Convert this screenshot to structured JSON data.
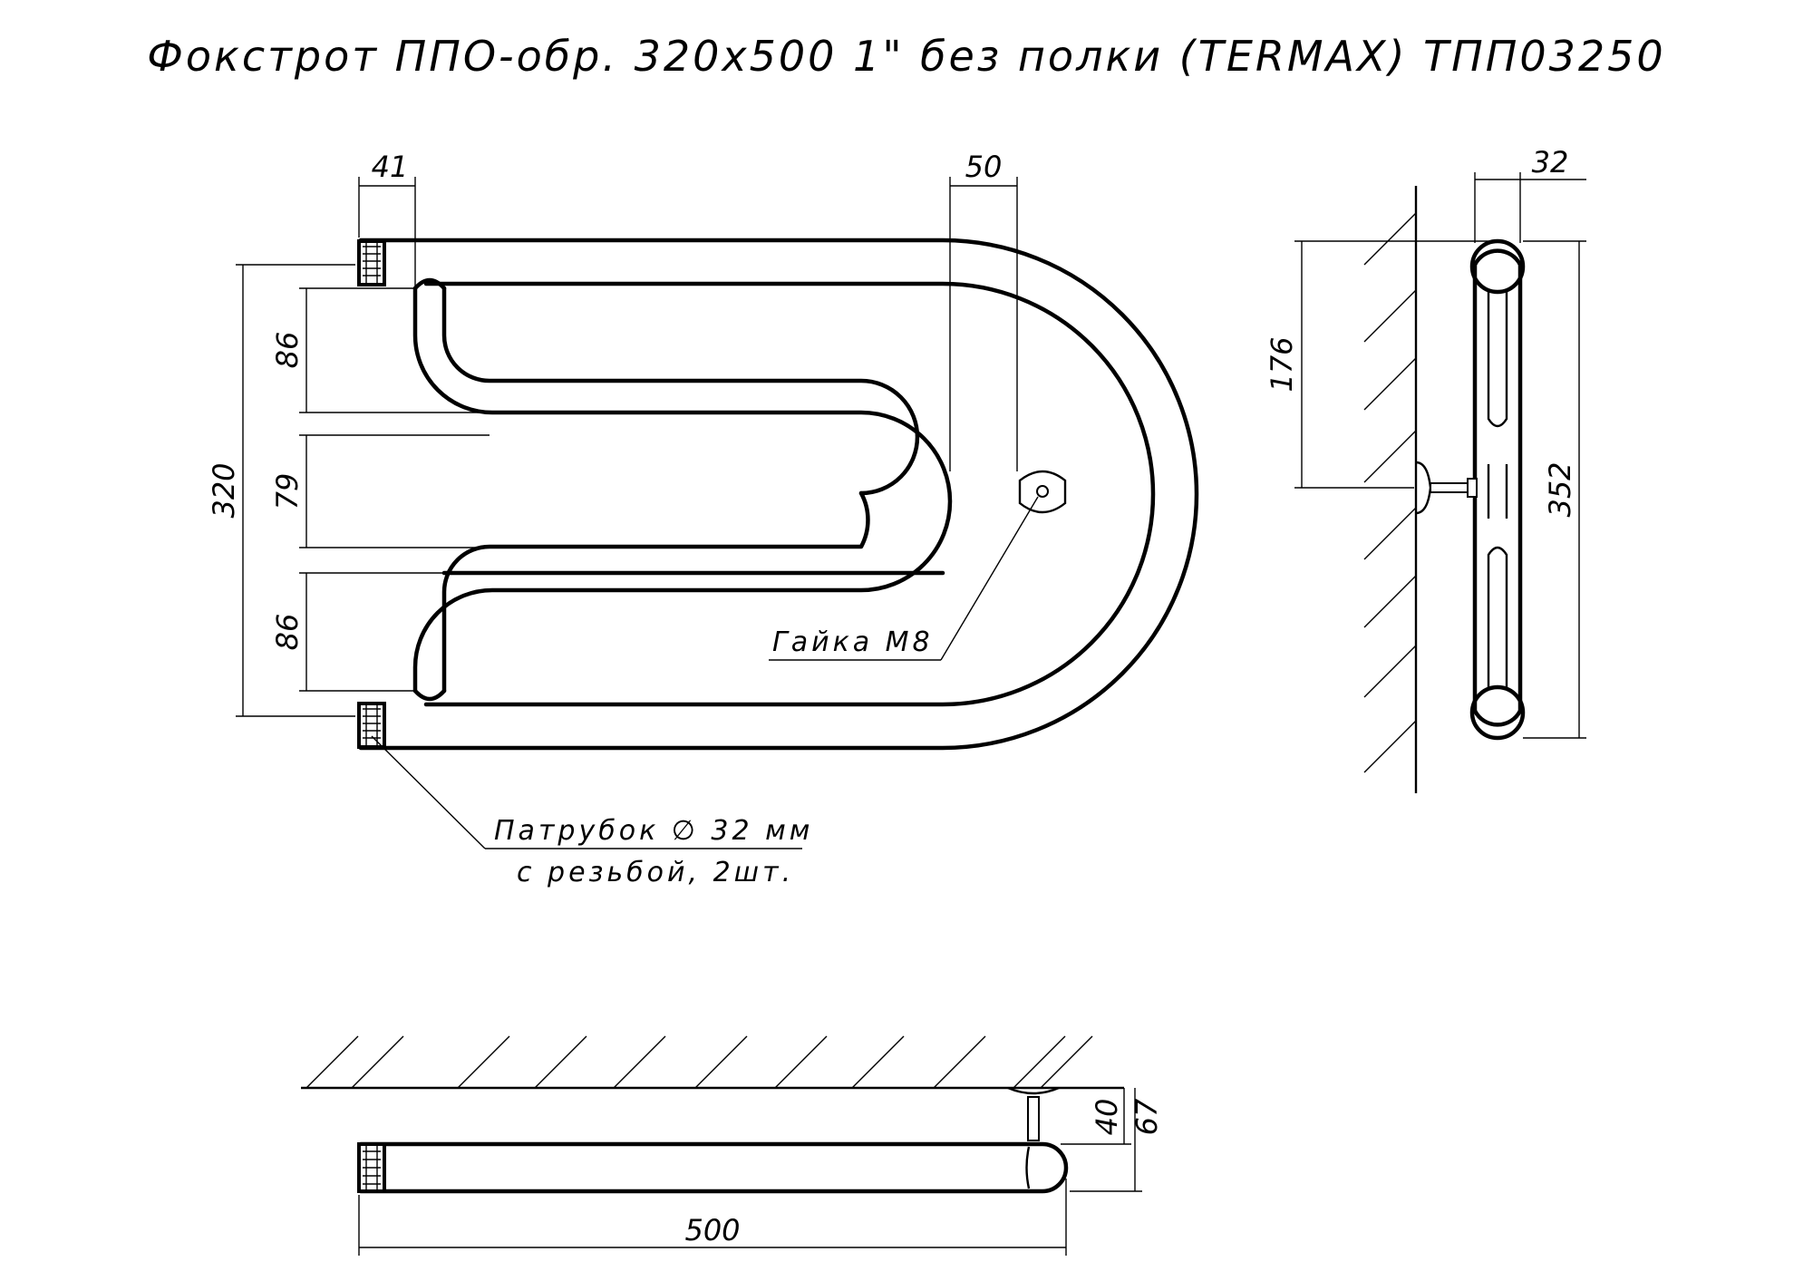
{
  "title": "Фокстрот ППО-обр. 320х500 1\" без полки (TERMAX) ТПП03250",
  "front_view": {
    "dims": {
      "width_top_left": "41",
      "width_top_right": "50",
      "height_total": "320",
      "height_upper": "86",
      "height_middle": "79",
      "height_lower": "86"
    },
    "notes": {
      "nut": "Гайка М8",
      "pipe_line1": "Патрубок ∅ 32 мм",
      "pipe_line2": "с резьбой, 2шт."
    }
  },
  "side_view": {
    "dims": {
      "tube_diameter": "32",
      "mount_height": "176",
      "total_height": "352"
    }
  },
  "top_view": {
    "dims": {
      "length": "500",
      "wall_gap": "40",
      "depth": "67"
    }
  }
}
